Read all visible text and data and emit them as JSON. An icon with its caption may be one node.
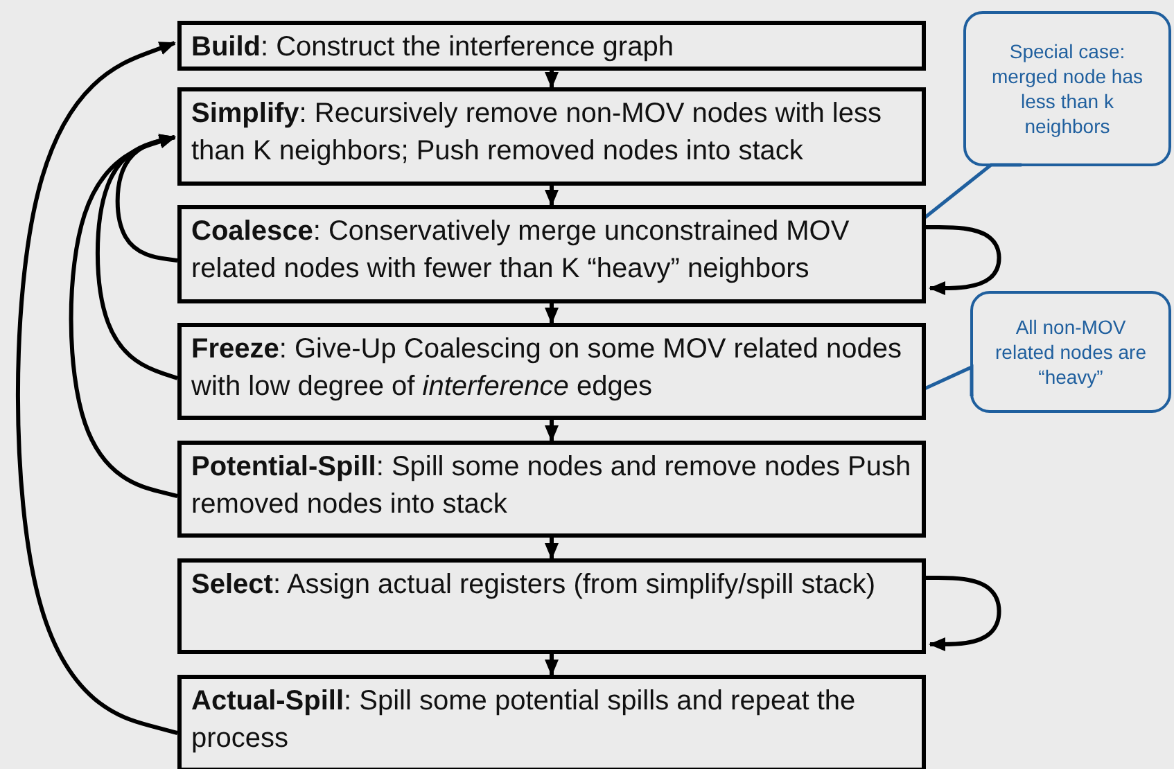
{
  "diagram": {
    "nodes": [
      {
        "text": [
          "**Build**: Construct the interference graph"
        ]
      },
      {
        "text": [
          "**Simplify**: Recursively remove non-MOV nodes with less than K neighbors; Push removed nodes into stack"
        ]
      },
      {
        "text": [
          "**Coalesce**: Conservatively merge unconstrained MOV related nodes with fewer than K “heavy” neighbors"
        ]
      },
      {
        "text": [
          "**Freeze**: Give-Up Coalescing on some MOV related nodes with low degree of *interference* edges"
        ]
      },
      {
        "text": [
          "**Potential-Spill**: Spill some nodes and remove nodes Push removed nodes into stack"
        ]
      },
      {
        "text": [
          "**Select**: Assign actual registers (from simplify/spill stack)"
        ]
      },
      {
        "text": [
          "**Actual-Spill**: Spill some potential spills and repeat the process"
        ]
      },
      {
        "text": [
          "Special case: merged node has less than k neighbors"
        ]
      },
      {
        "text": [
          "All non-MOV related nodes are “heavy”"
        ]
      }
    ],
    "edges": [
      {
        "from": 0,
        "to": 1,
        "arrow": "to"
      },
      {
        "from": 1,
        "to": 2,
        "arrow": "to"
      },
      {
        "from": 2,
        "to": 3,
        "arrow": "to"
      },
      {
        "from": 3,
        "to": 4,
        "arrow": "to"
      },
      {
        "from": 4,
        "to": 5,
        "arrow": "to"
      },
      {
        "from": 5,
        "to": 6,
        "arrow": "to"
      },
      {
        "from": 2,
        "to": 2,
        "arrow": "to"
      },
      {
        "from": 5,
        "to": 5,
        "arrow": "to"
      },
      {
        "from": 2,
        "to": 1,
        "arrow": "to"
      },
      {
        "from": 3,
        "to": 1,
        "arrow": "to"
      },
      {
        "from": 4,
        "to": 1,
        "arrow": "to"
      },
      {
        "from": 6,
        "to": 0,
        "arrow": "to"
      },
      {
        "from": 7,
        "to": 2,
        "arrow": "none",
        "color": "#1f5f9e"
      },
      {
        "from": 8,
        "to": 3,
        "arrow": "none",
        "color": "#1f5f9e"
      }
    ]
  }
}
